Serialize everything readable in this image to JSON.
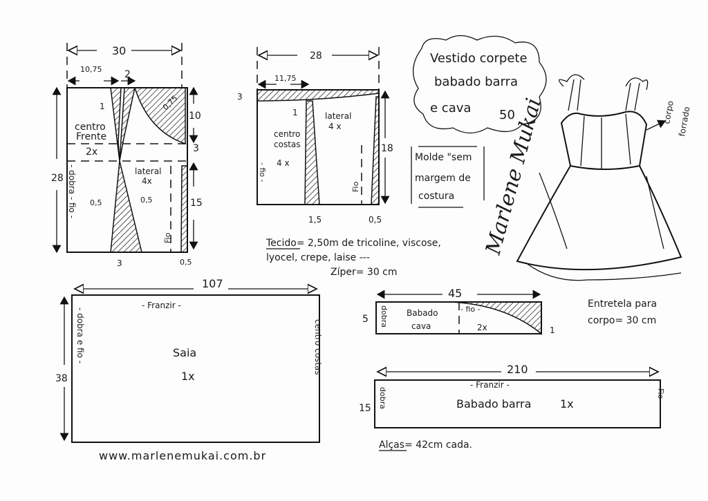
{
  "title": {
    "line1": "Vestido corpete",
    "line2": "babado barra",
    "line3": "e cava",
    "size": "50"
  },
  "note": {
    "line1": "Molde \"sem",
    "line2": "margem de",
    "line3": "costura",
    "line4": "\" — \""
  },
  "signature": "Marlene Mukai",
  "dress": {
    "label1": "corpo",
    "label2": "forrado"
  },
  "front_bodice": {
    "width": "30",
    "center_width": "10,75",
    "dart_top": "2",
    "height": "28",
    "upper": "10",
    "band": "3",
    "lower": "15",
    "label1": "centro",
    "label2": "Frente",
    "qty": "2x",
    "fold": "- dobra - fio -",
    "lateral": "lateral",
    "lateral_qty": "4x",
    "dart_left": "0,5",
    "dart_right": "0,5",
    "grain": "Fio",
    "bottom": "3",
    "side": "0,5",
    "mark1": "1",
    "curve": "0,75"
  },
  "back_bodice": {
    "width": "28",
    "center_width": "11,75",
    "top": "3",
    "mark1": "1",
    "lateral": "lateral",
    "lateral_qty": "4 x",
    "label1": "centro",
    "label2": "costas",
    "qty": "4 x",
    "fold": "- fio -",
    "grain": "Fio",
    "height": "18",
    "dart_bottom": "1,5",
    "side": "0,5"
  },
  "materials": {
    "fabric": "Tecido= 2,50m de tricoline, viscose,",
    "fabric2": "lyocel, crepe, laise ---",
    "zipper": "Zíper= 30 cm"
  },
  "skirt": {
    "width": "107",
    "gather": "- Franzir -",
    "name": "Saia",
    "qty": "1x",
    "fold": "- dobra e fio -",
    "back": "centro costas",
    "height": "38"
  },
  "armhole_ruffle": {
    "width": "45",
    "height": "5",
    "fold": "dobra",
    "name1": "Babado",
    "name2": "cava",
    "grain": "- fio -",
    "qty": "2x",
    "mark": "1"
  },
  "interfacing": {
    "line1": "Entretela para",
    "line2": "corpo= 30 cm"
  },
  "hem_ruffle": {
    "width": "210",
    "height": "15",
    "gather": "- Franzir -",
    "name": "Babado barra",
    "qty": "1x",
    "fold": "dobra",
    "grain": "Fio"
  },
  "straps": "Alças= 42cm cada.",
  "url": "www.marlenemukai.com.br"
}
